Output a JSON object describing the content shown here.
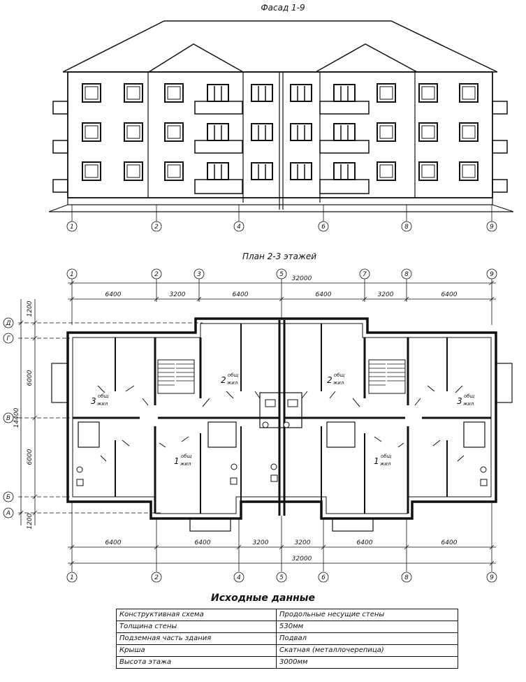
{
  "facade": {
    "title": "Фасад 1-9",
    "axes": [
      "1",
      "2",
      "4",
      "6",
      "8",
      "9"
    ]
  },
  "plan": {
    "title": "План 2-3 этажей",
    "axes_x": [
      "1",
      "2",
      "3",
      "5",
      "7",
      "8",
      "9"
    ],
    "axes_x_bottom": [
      "1",
      "2",
      "4",
      "5",
      "6",
      "8",
      "9"
    ],
    "axes_y": [
      "Д",
      "Г",
      "В",
      "Б",
      "А"
    ],
    "dims_top": [
      "6400",
      "3200",
      "6400",
      "6400",
      "3200",
      "6400"
    ],
    "total_top": "32000",
    "dims_bottom": [
      "6400",
      "6400",
      "3200",
      "3200",
      "6400",
      "6400"
    ],
    "total_bottom": "32000",
    "dims_left": [
      "1200",
      "6000",
      "6000",
      "1200"
    ],
    "total_left": "14400",
    "rooms": [
      {
        "num": "3",
        "sup": "общ",
        "sub": "жил"
      },
      {
        "num": "2",
        "sup": "общ",
        "sub": "жил"
      },
      {
        "num": "1",
        "sup": "общ",
        "sub": "жил"
      },
      {
        "num": "2",
        "sup": "общ",
        "sub": "жил"
      },
      {
        "num": "1",
        "sup": "общ",
        "sub": "жил"
      },
      {
        "num": "3",
        "sup": "общ",
        "sub": "жил"
      }
    ]
  },
  "table": {
    "title": "Исходные данные",
    "rows": [
      [
        "Конструктивная схема",
        "Продольные несущие стены"
      ],
      [
        "Толщина стены",
        "530мм"
      ],
      [
        "Подземная часть здания",
        "Подвал"
      ],
      [
        "Крыша",
        "Скатная (металлочерепица)"
      ],
      [
        "Высота этажа",
        "3000мм"
      ]
    ]
  }
}
